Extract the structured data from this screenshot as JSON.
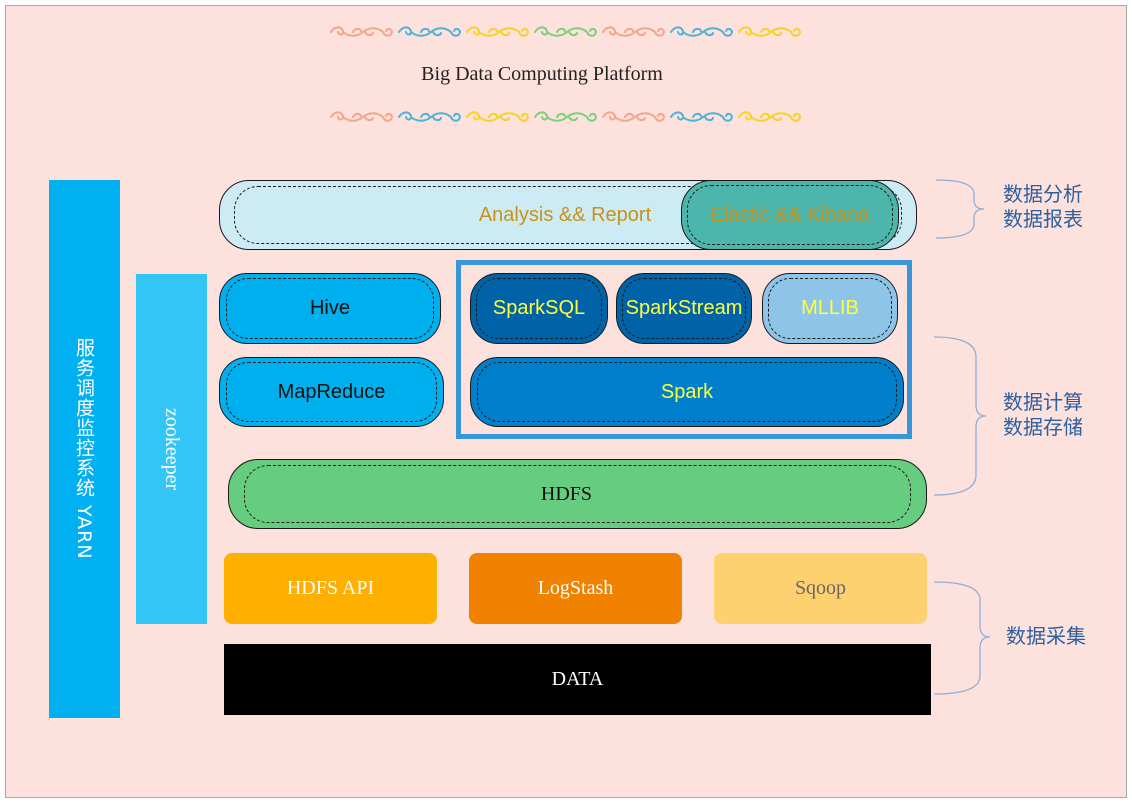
{
  "title": "Big Data Computing Platform",
  "yarn": {
    "label": "服务调度监控系统 YARN"
  },
  "zookeeper": {
    "label": "zookeeper"
  },
  "analysis": {
    "label": "Analysis && Report",
    "elastic_label": "Elastic && Kibana"
  },
  "compute": {
    "hive": "Hive",
    "mapreduce": "MapReduce",
    "sparksql": "SparkSQL",
    "sparkstream": "SparkStream",
    "mllib": "MLLIB",
    "spark": "Spark"
  },
  "storage": {
    "hdfs": "HDFS"
  },
  "ingest": {
    "hdfs_api": "HDFS API",
    "logstash": "LogStash",
    "sqoop": "Sqoop"
  },
  "data": {
    "label": "DATA"
  },
  "side_labels": {
    "analysis": "数据分析\n数据报表",
    "compute": "数据计算\n数据存储",
    "collect": "数据采集"
  },
  "colors": {
    "background": "#fde1dc",
    "yarn": "#00b0f0",
    "zookeeper": "#33c5f5",
    "analysis": "#cdebf5",
    "elastic": "#4db6ac",
    "hive": "#00b0ee",
    "spark_dark": "#0063a8",
    "mllib": "#8ec4e8",
    "spark": "#0080cc",
    "spark_frame": "#3b95d9",
    "hdfs": "#66cc80",
    "hdfs_api": "#ffaf00",
    "logstash": "#f08200",
    "sqoop": "#fdd16f",
    "data": "#000000",
    "brace": "#8fb0d9",
    "side_text": "#2e5f9e",
    "yellow_text": "#ffff3c",
    "gold_text": "#c6931a"
  }
}
